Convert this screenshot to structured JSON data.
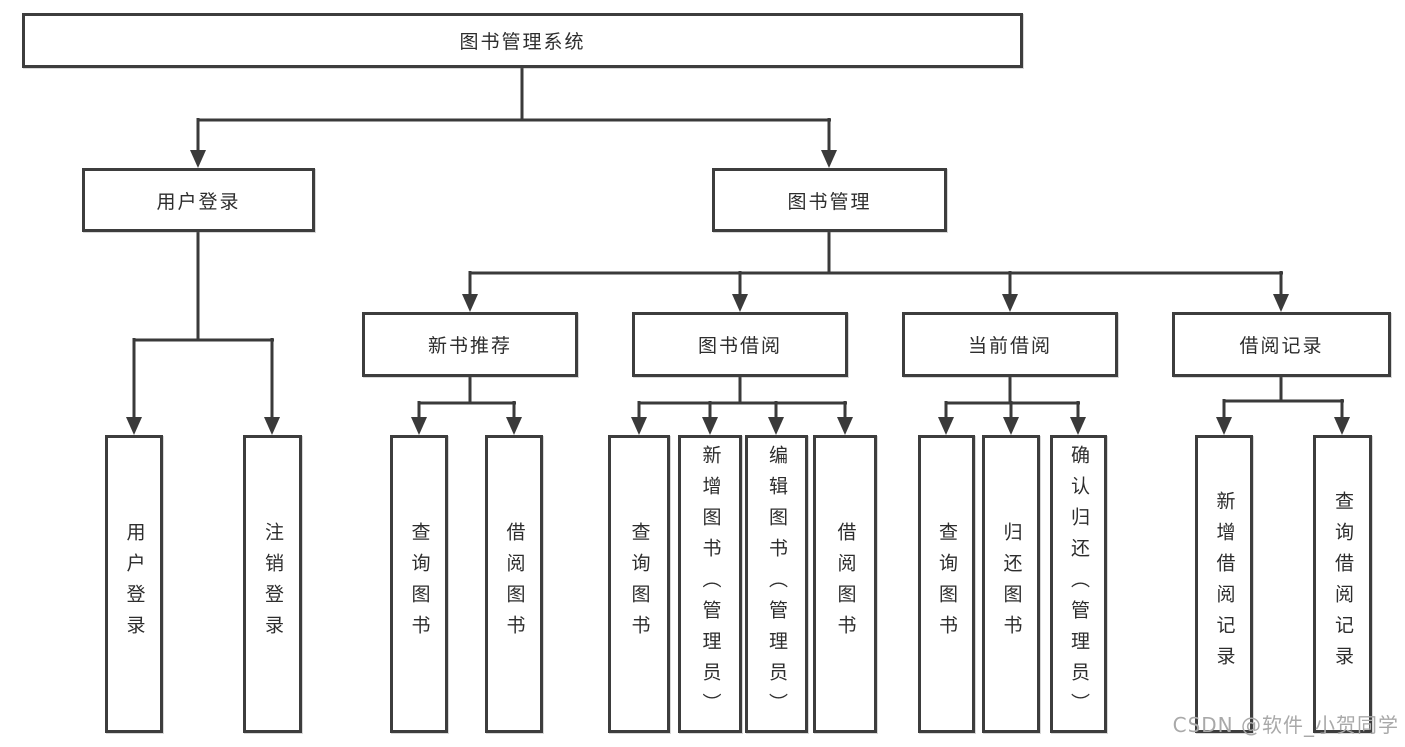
{
  "diagram_title": "图书管理系统",
  "tree": {
    "root": {
      "label": "图书管理系统"
    },
    "branches": [
      {
        "label": "用户登录",
        "children": [
          {
            "label": "用户登录"
          },
          {
            "label": "注销登录"
          }
        ]
      },
      {
        "label": "图书管理",
        "children": [
          {
            "label": "新书推荐",
            "children": [
              {
                "label": "查询图书"
              },
              {
                "label": "借阅图书"
              }
            ]
          },
          {
            "label": "图书借阅",
            "children": [
              {
                "label": "查询图书"
              },
              {
                "label": "新增图书（管理员）"
              },
              {
                "label": "编辑图书（管理员）"
              },
              {
                "label": "借阅图书"
              }
            ]
          },
          {
            "label": "当前借阅",
            "children": [
              {
                "label": "查询图书"
              },
              {
                "label": "归还图书"
              },
              {
                "label": "确认归还（管理员）"
              }
            ]
          },
          {
            "label": "借阅记录",
            "children": [
              {
                "label": "新增借阅记录"
              },
              {
                "label": "查询借阅记录"
              }
            ]
          }
        ]
      }
    ]
  },
  "watermark": {
    "text": "CSDN @软件_小贺同学"
  },
  "colors": {
    "border": "#3d3d3d",
    "line": "#3a3a3a",
    "text": "#2d2d2d",
    "watermark": "#a9a9a9",
    "background": "#ffffff"
  }
}
